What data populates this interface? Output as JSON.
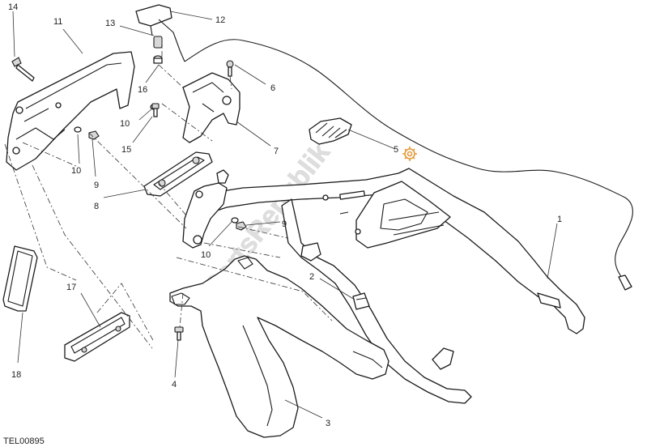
{
  "diagram": {
    "reference_code": "TEL00895",
    "watermark": "PartsRepublik",
    "callouts": [
      {
        "id": "c1",
        "label": "1"
      },
      {
        "id": "c2",
        "label": "2"
      },
      {
        "id": "c3",
        "label": "3"
      },
      {
        "id": "c4",
        "label": "4"
      },
      {
        "id": "c5",
        "label": "5"
      },
      {
        "id": "c6",
        "label": "6"
      },
      {
        "id": "c7",
        "label": "7"
      },
      {
        "id": "c8",
        "label": "8"
      },
      {
        "id": "c9a",
        "label": "9"
      },
      {
        "id": "c9b",
        "label": "9"
      },
      {
        "id": "c10a",
        "label": "10"
      },
      {
        "id": "c10b",
        "label": "10"
      },
      {
        "id": "c10c",
        "label": "10"
      },
      {
        "id": "c11",
        "label": "11"
      },
      {
        "id": "c12",
        "label": "12"
      },
      {
        "id": "c13",
        "label": "13"
      },
      {
        "id": "c14",
        "label": "14"
      },
      {
        "id": "c15",
        "label": "15"
      },
      {
        "id": "c16",
        "label": "16"
      },
      {
        "id": "c17",
        "label": "17"
      },
      {
        "id": "c18",
        "label": "18"
      }
    ],
    "colors": {
      "line": "#1a1a1a",
      "watermark": "#c4c4c4",
      "gear_icon": "#e39a3a"
    },
    "icons": [
      "gear-icon"
    ]
  }
}
